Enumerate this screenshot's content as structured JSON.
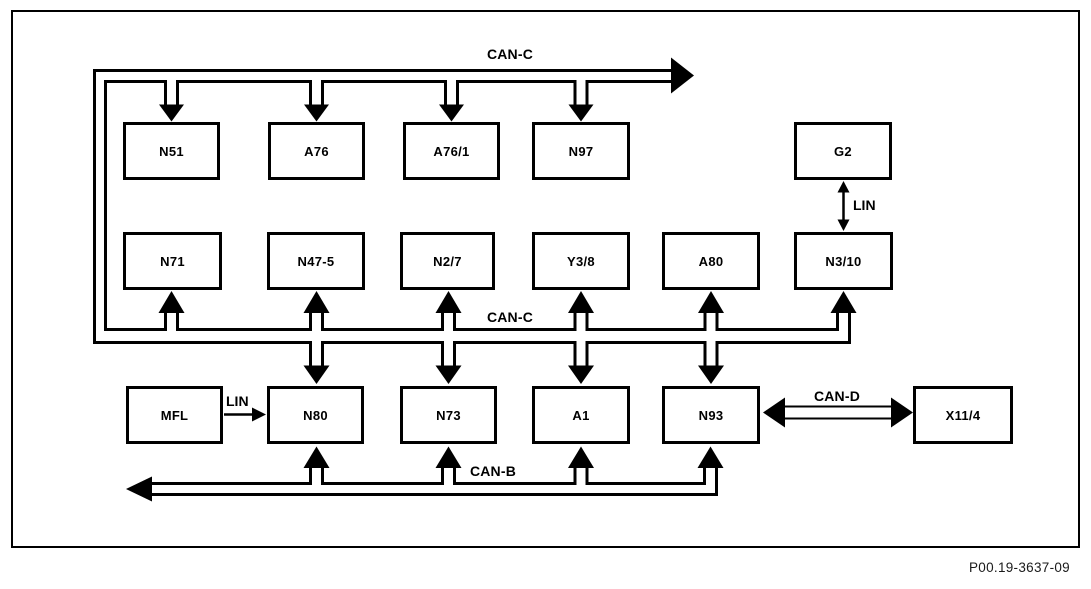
{
  "frame": {
    "caption": "P00.19-3637-09"
  },
  "buses": {
    "can_c_top": "CAN-C",
    "can_c_mid": "CAN-C",
    "can_b": "CAN-B",
    "can_d": "CAN-D",
    "lin_g2": "LIN",
    "lin_mfl": "LIN"
  },
  "colors": {
    "line": "#000000",
    "background": "#ffffff"
  },
  "nodes": {
    "n51": "N51",
    "a76": "A76",
    "a76_1": "A76/1",
    "n97": "N97",
    "g2": "G2",
    "n71": "N71",
    "n47_5": "N47-5",
    "n2_7": "N2/7",
    "y3_8": "Y3/8",
    "a80": "A80",
    "n3_10": "N3/10",
    "mfl": "MFL",
    "n80": "N80",
    "n73": "N73",
    "a1": "A1",
    "n93": "N93",
    "x11_4": "X11/4"
  }
}
